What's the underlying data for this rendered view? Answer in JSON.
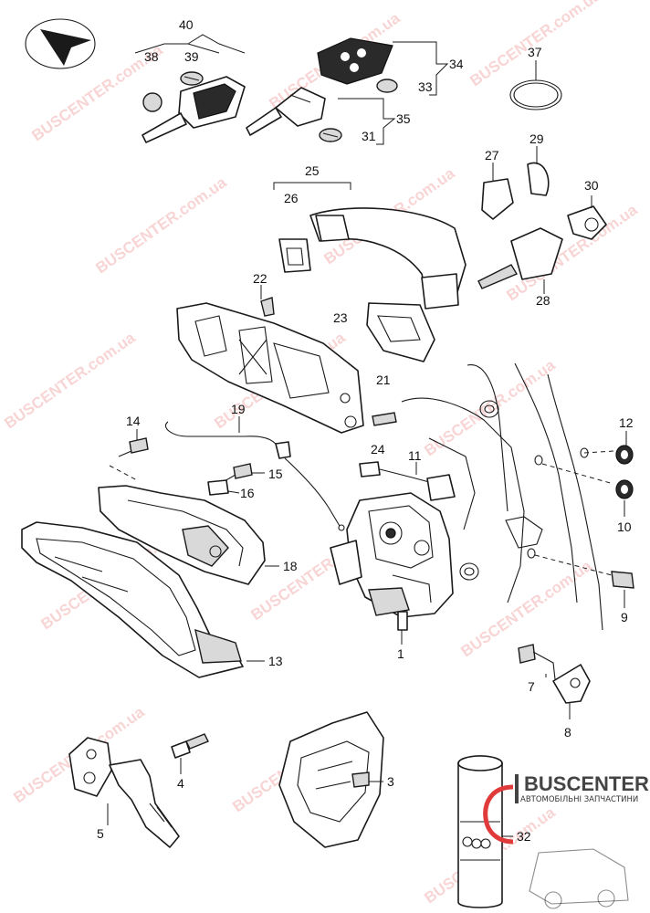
{
  "callouts": {
    "c40": "40",
    "c38": "38",
    "c39": "39",
    "c34": "34",
    "c33": "33",
    "c35": "35",
    "c31": "31",
    "c37": "37",
    "c29": "29",
    "c27": "27",
    "c30": "30",
    "c28": "28",
    "c25": "25",
    "c26": "26",
    "c22": "22",
    "c23": "23",
    "c21": "21",
    "c24": "24",
    "c19": "19",
    "c14": "14",
    "c11": "11",
    "c15": "15",
    "c16": "16",
    "c12": "12",
    "c10": "10",
    "c18": "18",
    "c9": "9",
    "c1": "1",
    "c13": "13",
    "c7": "7",
    "c8": "8",
    "c4": "4",
    "c3": "3",
    "c5": "5",
    "c32": "32"
  },
  "watermark": "BUSCENTER.com.ua",
  "logo": {
    "name": "BUSCENTER",
    "tagline": "АВТОМОБІЛЬНІ ЗАПЧАСТИНИ"
  },
  "colors": {
    "watermark": "#e03a3a",
    "linework": "#1a1a1a"
  },
  "icons": [
    "navigation-arrow-icon",
    "buscenter-logo-icon"
  ]
}
